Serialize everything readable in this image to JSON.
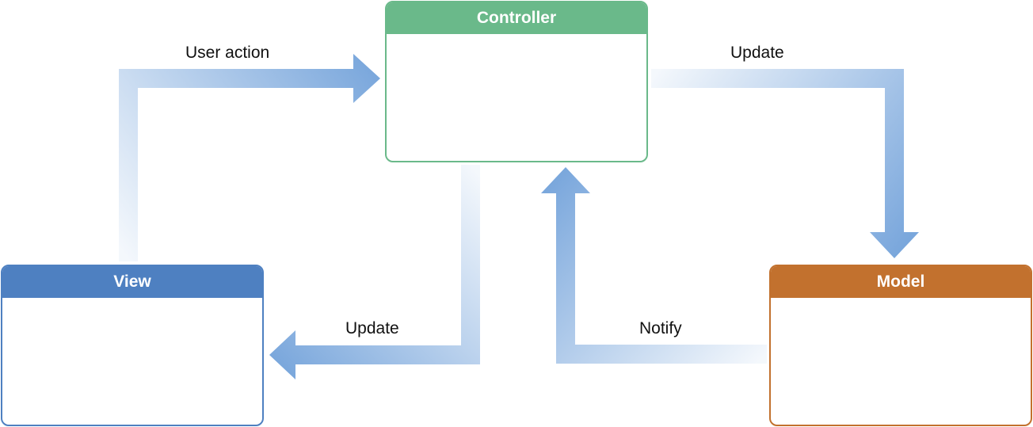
{
  "boxes": {
    "controller": {
      "title": "Controller",
      "color": "#6ab98a"
    },
    "view": {
      "title": "View",
      "color": "#4e80c1"
    },
    "model": {
      "title": "Model",
      "color": "#c2712e"
    }
  },
  "arrows": {
    "user_action": {
      "label": "User action",
      "from": "View",
      "to": "Controller"
    },
    "update_model": {
      "label": "Update",
      "from": "Controller",
      "to": "Model"
    },
    "update_view": {
      "label": "Update",
      "from": "Controller",
      "to": "View"
    },
    "notify": {
      "label": "Notify",
      "from": "Model",
      "to": "Controller"
    }
  },
  "arrow_color": "#7aa7dc"
}
